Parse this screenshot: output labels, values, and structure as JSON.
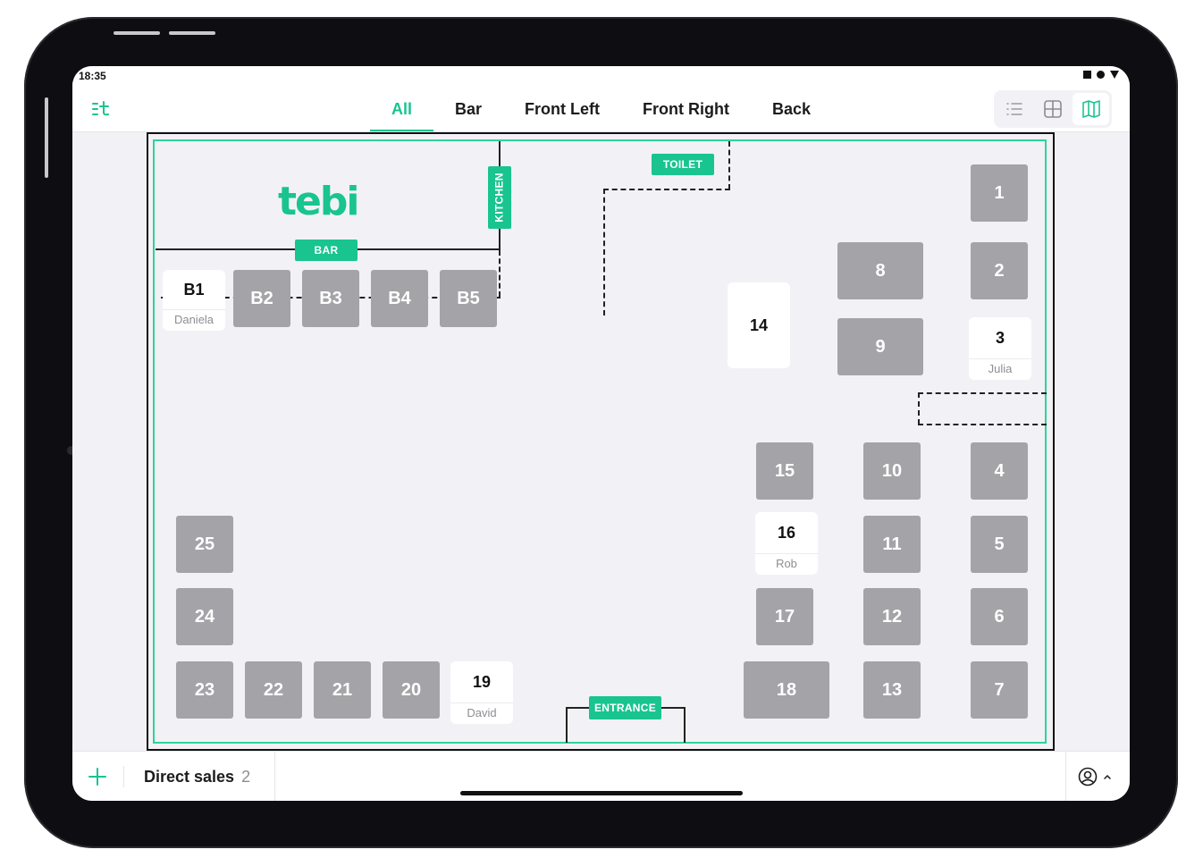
{
  "status_bar": {
    "time": "18:35",
    "icons": [
      "square-icon",
      "circle-icon",
      "triangle-down-icon"
    ]
  },
  "header": {
    "menu_icon": "menu-add-icon",
    "tabs": [
      {
        "label": "All",
        "active": true
      },
      {
        "label": "Bar",
        "active": false
      },
      {
        "label": "Front Left",
        "active": false
      },
      {
        "label": "Front Right",
        "active": false
      },
      {
        "label": "Back",
        "active": false
      }
    ],
    "view_modes": [
      {
        "name": "list-view",
        "icon": "list-icon",
        "active": false
      },
      {
        "name": "grid-view",
        "icon": "grid-icon",
        "active": false
      },
      {
        "name": "map-view",
        "icon": "map-icon",
        "active": true
      }
    ]
  },
  "floor_plan": {
    "logo": "tebi",
    "labels": {
      "bar": "BAR",
      "kitchen": "KITCHEN",
      "toilet": "TOILET",
      "entrance": "ENTRANCE"
    },
    "tables": [
      {
        "id": "B1",
        "status": "open",
        "guest": "Daniela"
      },
      {
        "id": "B2",
        "status": "free"
      },
      {
        "id": "B3",
        "status": "free"
      },
      {
        "id": "B4",
        "status": "free"
      },
      {
        "id": "B5",
        "status": "free"
      },
      {
        "id": "1",
        "status": "free"
      },
      {
        "id": "2",
        "status": "free"
      },
      {
        "id": "3",
        "status": "open",
        "guest": "Julia"
      },
      {
        "id": "4",
        "status": "free"
      },
      {
        "id": "5",
        "status": "free"
      },
      {
        "id": "6",
        "status": "free"
      },
      {
        "id": "7",
        "status": "free"
      },
      {
        "id": "8",
        "status": "free"
      },
      {
        "id": "9",
        "status": "free"
      },
      {
        "id": "10",
        "status": "free"
      },
      {
        "id": "11",
        "status": "free"
      },
      {
        "id": "12",
        "status": "free"
      },
      {
        "id": "13",
        "status": "free"
      },
      {
        "id": "14",
        "status": "open"
      },
      {
        "id": "15",
        "status": "free"
      },
      {
        "id": "16",
        "status": "open",
        "guest": "Rob"
      },
      {
        "id": "17",
        "status": "free"
      },
      {
        "id": "18",
        "status": "free"
      },
      {
        "id": "19",
        "status": "open",
        "guest": "David"
      },
      {
        "id": "20",
        "status": "free"
      },
      {
        "id": "21",
        "status": "free"
      },
      {
        "id": "22",
        "status": "free"
      },
      {
        "id": "23",
        "status": "free"
      },
      {
        "id": "24",
        "status": "free"
      },
      {
        "id": "25",
        "status": "free"
      }
    ]
  },
  "footer": {
    "add_icon": "plus-icon",
    "direct_sales_label": "Direct sales",
    "direct_sales_count": "2",
    "user_icon": "user-circle-icon"
  },
  "colors": {
    "accent": "#19c48f",
    "table_free": "#a3a3a8",
    "table_open": "#ffffff",
    "floor_bg": "#f2f2f6"
  }
}
